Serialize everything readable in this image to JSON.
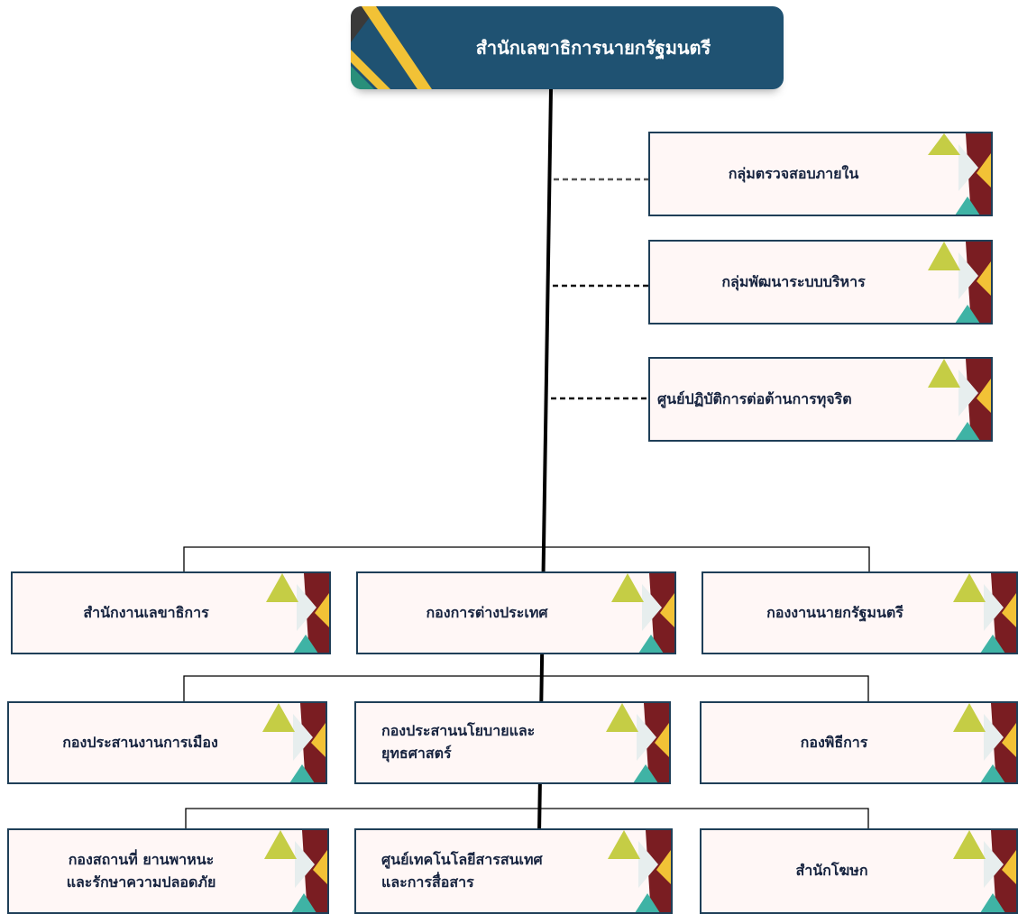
{
  "header": {
    "title": "สำนักเลขาธิการนายกรัฐมนตรี"
  },
  "side_units": [
    {
      "label": "กลุ่มตรวจสอบภายใน"
    },
    {
      "label": "กลุ่มพัฒนาระบบบริหาร"
    },
    {
      "label": "ศูนย์ปฏิบัติการต่อต้านการทุจริต"
    }
  ],
  "row1": [
    {
      "label": "สำนักงานเลขาธิการ"
    },
    {
      "label": "กองการต่างประเทศ"
    },
    {
      "label": "กองงานนายกรัฐมนตรี"
    }
  ],
  "row2": [
    {
      "label": "กองประสานงานการเมือง"
    },
    {
      "line1": "กองประสานนโยบายและ",
      "line2": "ยุทธศาสตร์"
    },
    {
      "label": "กองพิธีการ"
    }
  ],
  "row3": [
    {
      "line1": "กองสถานที่ ยานพาหนะ",
      "line2": "และรักษาความปลอดภัย"
    },
    {
      "line1": "ศูนย์เทคโนโลยีสารสนเทศ",
      "line2": "และการสื่อสาร"
    },
    {
      "label": "สำนักโฆษก"
    }
  ],
  "colors": {
    "header_bg": "#1f5272",
    "box_bg": "#fff7f6",
    "box_border": "#1f3f58",
    "text": "#16233f",
    "accent_lime": "#c5cd45",
    "accent_maroon": "#7a1d22",
    "accent_teal": "#3fb3a5",
    "accent_gold": "#f2c236"
  }
}
